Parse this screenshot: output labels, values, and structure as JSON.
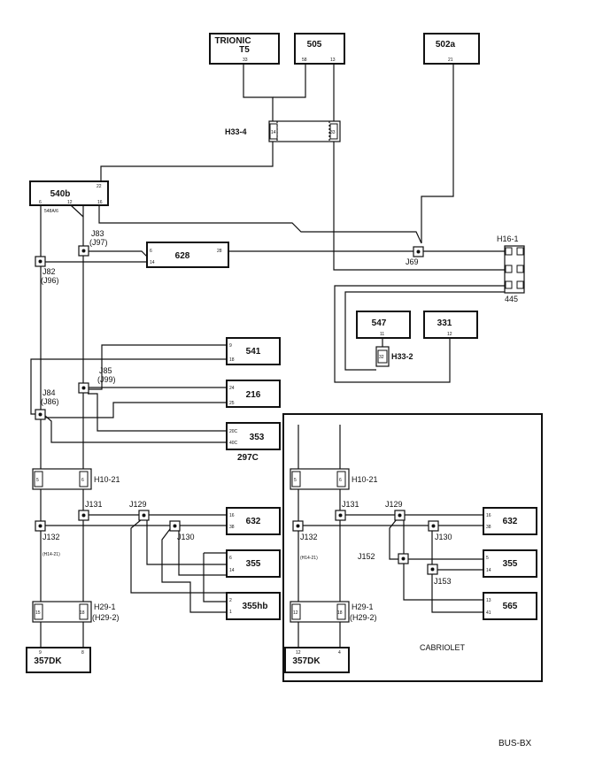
{
  "diagram": {
    "title_code": "BUS-BX",
    "components": {
      "trionic": {
        "line1": "TRIONIC",
        "line2": "T5",
        "pin": "33"
      },
      "c505": {
        "label": "505",
        "pin_a": "58",
        "pin_b": "13"
      },
      "c502": {
        "label": "502a",
        "pin": "21"
      },
      "c540b": {
        "label": "540b",
        "pin_top": "22",
        "pin_left": "6",
        "pin_mid": "12",
        "pin_right": "16",
        "pin_note": "548A/6"
      },
      "c628": {
        "label": "628",
        "pin_a": "6",
        "pin_b": "14",
        "pin_c": "28"
      },
      "c541": {
        "label": "541",
        "pin_a": "9",
        "pin_b": "18"
      },
      "c216": {
        "label": "216",
        "pin_a": "24",
        "pin_b": "25"
      },
      "c353": {
        "label": "353",
        "pin_a": "20C",
        "pin_b": "40C",
        "sub": "297C"
      },
      "c547": {
        "label": "547",
        "pin": "11"
      },
      "c331": {
        "label": "331",
        "pin": "12"
      },
      "c632": {
        "label": "632",
        "pin_a": "16",
        "pin_b": "38"
      },
      "c355": {
        "label": "355",
        "pin_a": "6",
        "pin_b": "14"
      },
      "c355hb": {
        "label": "355hb",
        "pin_a": "2",
        "pin_b": "1"
      },
      "c357dk": {
        "label": "357DK",
        "pin_a": "9",
        "pin_b": "8"
      },
      "c632c": {
        "label": "632",
        "pin_a": "16",
        "pin_b": "38"
      },
      "c355c": {
        "label": "355",
        "pin_a": "5",
        "pin_b": "14"
      },
      "c565": {
        "label": "565",
        "pin_a": "13",
        "pin_b": "41"
      },
      "c357dkc": {
        "label": "357DK",
        "pin_a": "12",
        "pin_b": "4"
      }
    },
    "connectors": {
      "h33_4": {
        "label": "H33-4",
        "pin_a": "14",
        "pin_b": "33"
      },
      "h16_1": {
        "label": "H16-1",
        "pin": "445"
      },
      "h33_2": {
        "label": "H33-2",
        "pin": "32"
      },
      "h10_21": {
        "label": "H10-21",
        "pin_a": "5",
        "pin_b": "6"
      },
      "h29_1": {
        "label": "H29-1",
        "alt": "(H29-2)",
        "pin_a": "15",
        "pin_b": "18"
      },
      "h10_21c": {
        "label": "H10-21",
        "pin_a": "5",
        "pin_b": "6"
      },
      "h29_1c": {
        "label": "H29-1",
        "alt": "(H29-2)",
        "pin_a": "12",
        "pin_b": "18"
      }
    },
    "junctions": {
      "j83": {
        "label": "J83",
        "alt": "(J97)"
      },
      "j82": {
        "label": "J82",
        "alt": "(J96)"
      },
      "j69": {
        "label": "J69"
      },
      "j85": {
        "label": "J85",
        "alt": "(J99)"
      },
      "j84": {
        "label": "J84",
        "alt": "(J86)"
      },
      "j131": {
        "label": "J131"
      },
      "j129": {
        "label": "J129"
      },
      "j132": {
        "label": "J132",
        "note": "(H14-21)"
      },
      "j130": {
        "label": "J130"
      },
      "j131c": {
        "label": "J131"
      },
      "j129c": {
        "label": "J129"
      },
      "j132c": {
        "label": "J132",
        "note": "(H14-21)"
      },
      "j130c": {
        "label": "J130"
      },
      "j152": {
        "label": "J152"
      },
      "j153": {
        "label": "J153"
      }
    },
    "cabriolet_label": "CABRIOLET"
  }
}
